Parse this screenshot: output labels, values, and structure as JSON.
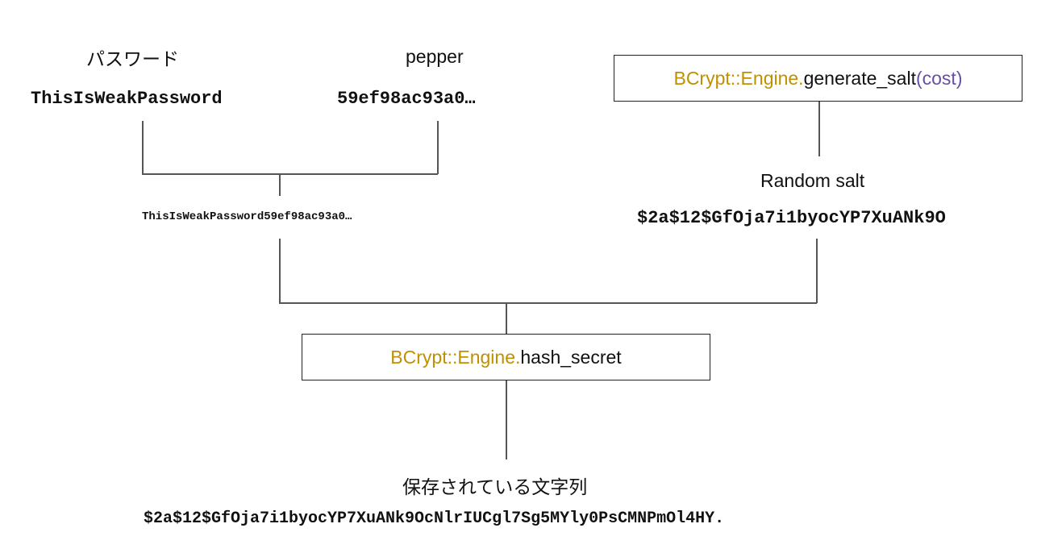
{
  "inputs": {
    "password": {
      "label": "パスワード",
      "value": "ThisIsWeakPassword"
    },
    "pepper": {
      "label": "pepper",
      "value": "59ef98ac93a0…"
    }
  },
  "combined": {
    "value": "ThisIsWeakPassword59ef98ac93a0…"
  },
  "generate_salt": {
    "class_part": "BCrypt::Engine.",
    "method_part": "generate_salt",
    "paren_open": "(",
    "arg": "cost",
    "paren_close": ")"
  },
  "salt": {
    "label": "Random salt",
    "value": "$2a$12$GfOja7i1byocYP7XuANk9O"
  },
  "hash_secret": {
    "class_part": "BCrypt::Engine.",
    "method_part": "hash_secret"
  },
  "result": {
    "label": "保存されている文字列",
    "value": "$2a$12$GfOja7i1byocYP7XuANk9OcNlrIUCgl7Sg5MYly0PsCMNPmOl4HY."
  },
  "colors": {
    "class_text": "#bf9000",
    "arg_text": "#674ea7",
    "connector": "#555555"
  }
}
